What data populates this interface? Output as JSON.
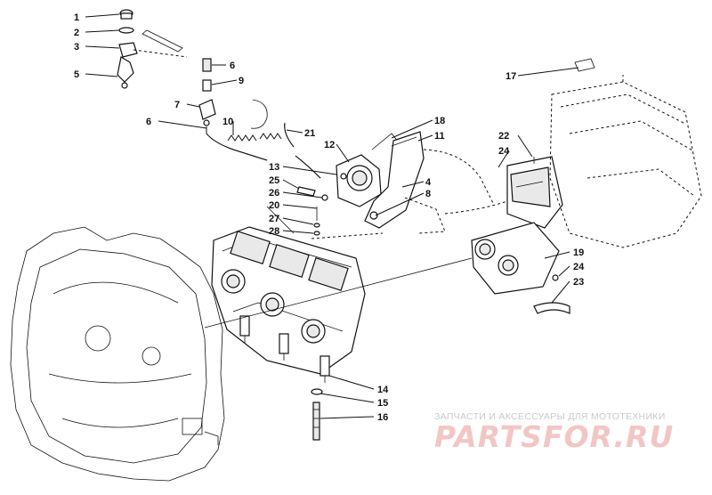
{
  "callouts": [
    {
      "id": "c1",
      "label": "1"
    },
    {
      "id": "c2",
      "label": "2"
    },
    {
      "id": "c3",
      "label": "3"
    },
    {
      "id": "c5",
      "label": "5"
    },
    {
      "id": "c6a",
      "label": "6"
    },
    {
      "id": "c9",
      "label": "9"
    },
    {
      "id": "c7",
      "label": "7"
    },
    {
      "id": "c6b",
      "label": "6"
    },
    {
      "id": "c10",
      "label": "10"
    },
    {
      "id": "c21",
      "label": "21"
    },
    {
      "id": "c12",
      "label": "12"
    },
    {
      "id": "c18",
      "label": "18"
    },
    {
      "id": "c11",
      "label": "11"
    },
    {
      "id": "c13",
      "label": "13"
    },
    {
      "id": "c25",
      "label": "25"
    },
    {
      "id": "c26",
      "label": "26"
    },
    {
      "id": "c20",
      "label": "20"
    },
    {
      "id": "c27",
      "label": "27"
    },
    {
      "id": "c28",
      "label": "28"
    },
    {
      "id": "c4",
      "label": "4"
    },
    {
      "id": "c8",
      "label": "8"
    },
    {
      "id": "c22",
      "label": "22"
    },
    {
      "id": "c24a",
      "label": "24"
    },
    {
      "id": "c17",
      "label": "17"
    },
    {
      "id": "c19",
      "label": "19"
    },
    {
      "id": "c24b",
      "label": "24"
    },
    {
      "id": "c23",
      "label": "23"
    },
    {
      "id": "c14",
      "label": "14"
    },
    {
      "id": "c15",
      "label": "15"
    },
    {
      "id": "c16",
      "label": "16"
    }
  ],
  "watermark": {
    "tagline": "ЗАПЧАСТИ И АКСЕССУАРЫ ДЛЯ МОТОТЕХНИКИ",
    "logo": "PARTSFOR.RU"
  }
}
